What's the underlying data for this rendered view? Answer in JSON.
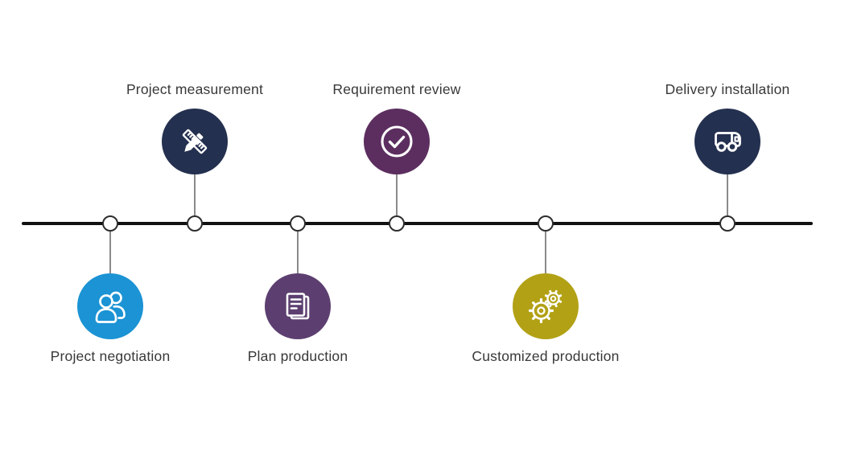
{
  "diagram": {
    "type": "process-timeline",
    "line_color": "#111111",
    "node_border_color": "#2d2d2d",
    "connector_color": "#8a8a8a",
    "label_color": "#383838",
    "steps": [
      {
        "label": "Project negotiation",
        "icon": "people-icon",
        "color": "#1b93d4",
        "side": "below"
      },
      {
        "label": "Project measurement",
        "icon": "ruler-pencil-icon",
        "color": "#24304f",
        "side": "above"
      },
      {
        "label": "Plan production",
        "icon": "document-icon",
        "color": "#5c3f70",
        "side": "below"
      },
      {
        "label": "Requirement review",
        "icon": "check-circle-icon",
        "color": "#5c2e5f",
        "side": "above"
      },
      {
        "label": "Customized production",
        "icon": "gears-icon",
        "color": "#b2a115",
        "side": "below"
      },
      {
        "label": "Delivery installation",
        "icon": "truck-icon",
        "color": "#24304f",
        "side": "above"
      }
    ]
  }
}
